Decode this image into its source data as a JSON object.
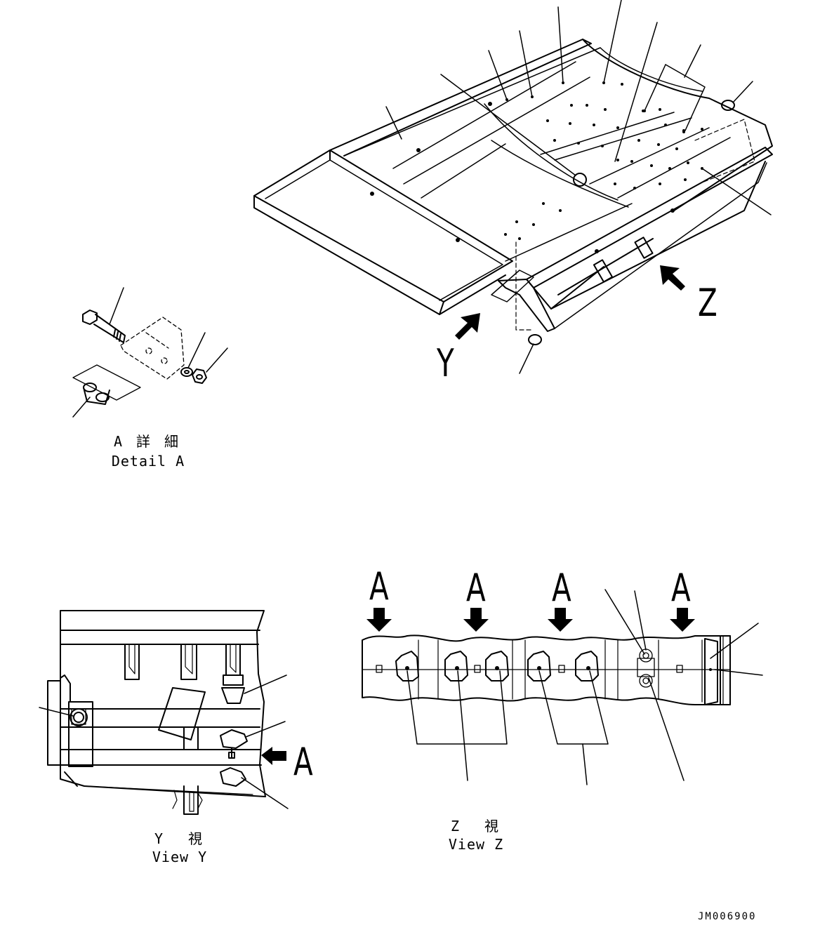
{
  "callouts": {
    "main_view_y": "Y",
    "main_view_z": "Z",
    "view_y_detail": "A",
    "view_z_details": [
      "A",
      "A",
      "A",
      "A"
    ]
  },
  "captions": {
    "detail_a_jp": "A 詳 細",
    "detail_a_en": "Detail A",
    "view_y_jp": "Y  視",
    "view_y_en": "View Y",
    "view_z_jp": "Z  視",
    "view_z_en": "View Z"
  },
  "drawing_code": "JM006900",
  "colors": {
    "ink": "#000000",
    "paper": "#ffffff"
  }
}
